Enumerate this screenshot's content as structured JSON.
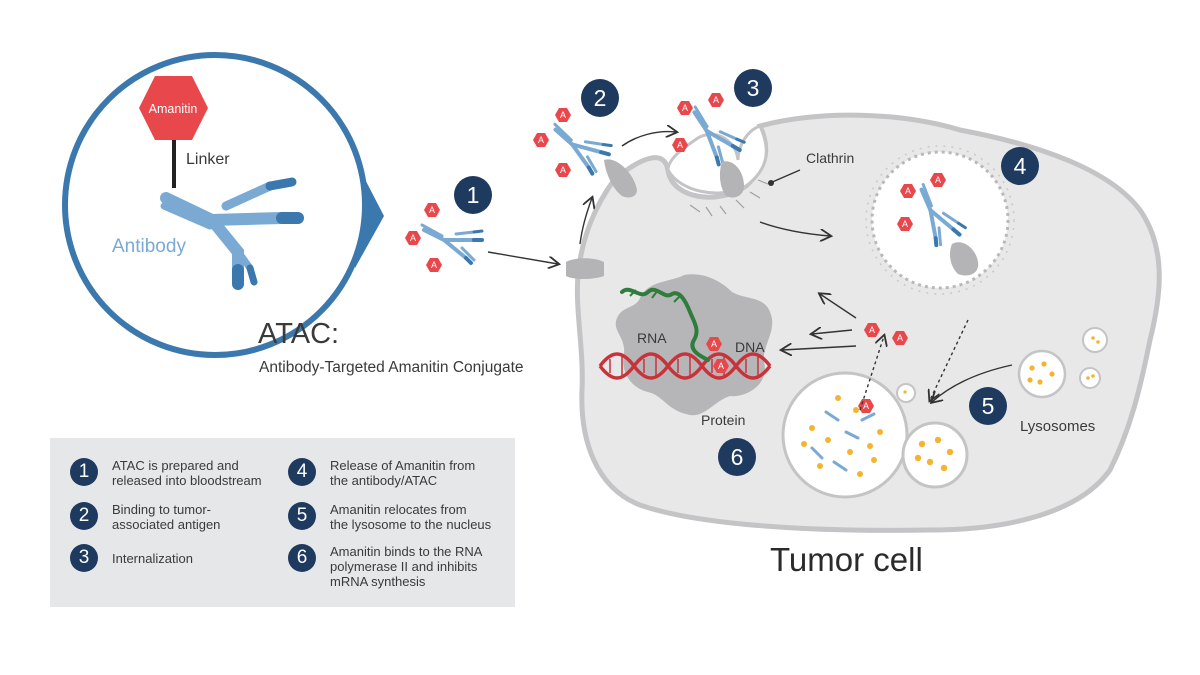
{
  "title": "ATAC:",
  "subtitle": "Antibody-Targeted Amanitin Conjugate",
  "cell_title": "Tumor cell",
  "labels": {
    "amanitin": "Amanitin",
    "linker": "Linker",
    "antibody": "Antibody",
    "clathrin": "Clathrin",
    "rna": "RNA",
    "dna": "DNA",
    "protein": "Protein",
    "lysosomes": "Lysosomes",
    "toxin_letter": "A"
  },
  "steps": [
    "1",
    "2",
    "3",
    "4",
    "5",
    "6"
  ],
  "legend": [
    {
      "num": "1",
      "text": "ATAC is prepared and\nreleased into bloodstream"
    },
    {
      "num": "2",
      "text": "Binding to tumor-\nassociated antigen"
    },
    {
      "num": "3",
      "text": "Internalization"
    },
    {
      "num": "4",
      "text": "Release of Amanitin from\nthe antibody/ATAC"
    },
    {
      "num": "5",
      "text": "Amanitin relocates from\nthe lysosome to the nucleus"
    },
    {
      "num": "6",
      "text": "Amanitin binds to the RNA\npolymerase II and inhibits\nmRNA synthesis"
    }
  ],
  "colors": {
    "navy": "#1f3a5f",
    "blue": "#3b78ad",
    "antibody_blue": "#7aaad4",
    "toxin_red": "#e8484b",
    "dna_red": "#c9323a",
    "rna_green": "#2e7d3c",
    "cell_fill": "#e8e8e9",
    "nucleus_gray": "#b6b6b8",
    "granule_orange": "#f4b431",
    "legend_bg": "#e6e7e9"
  }
}
